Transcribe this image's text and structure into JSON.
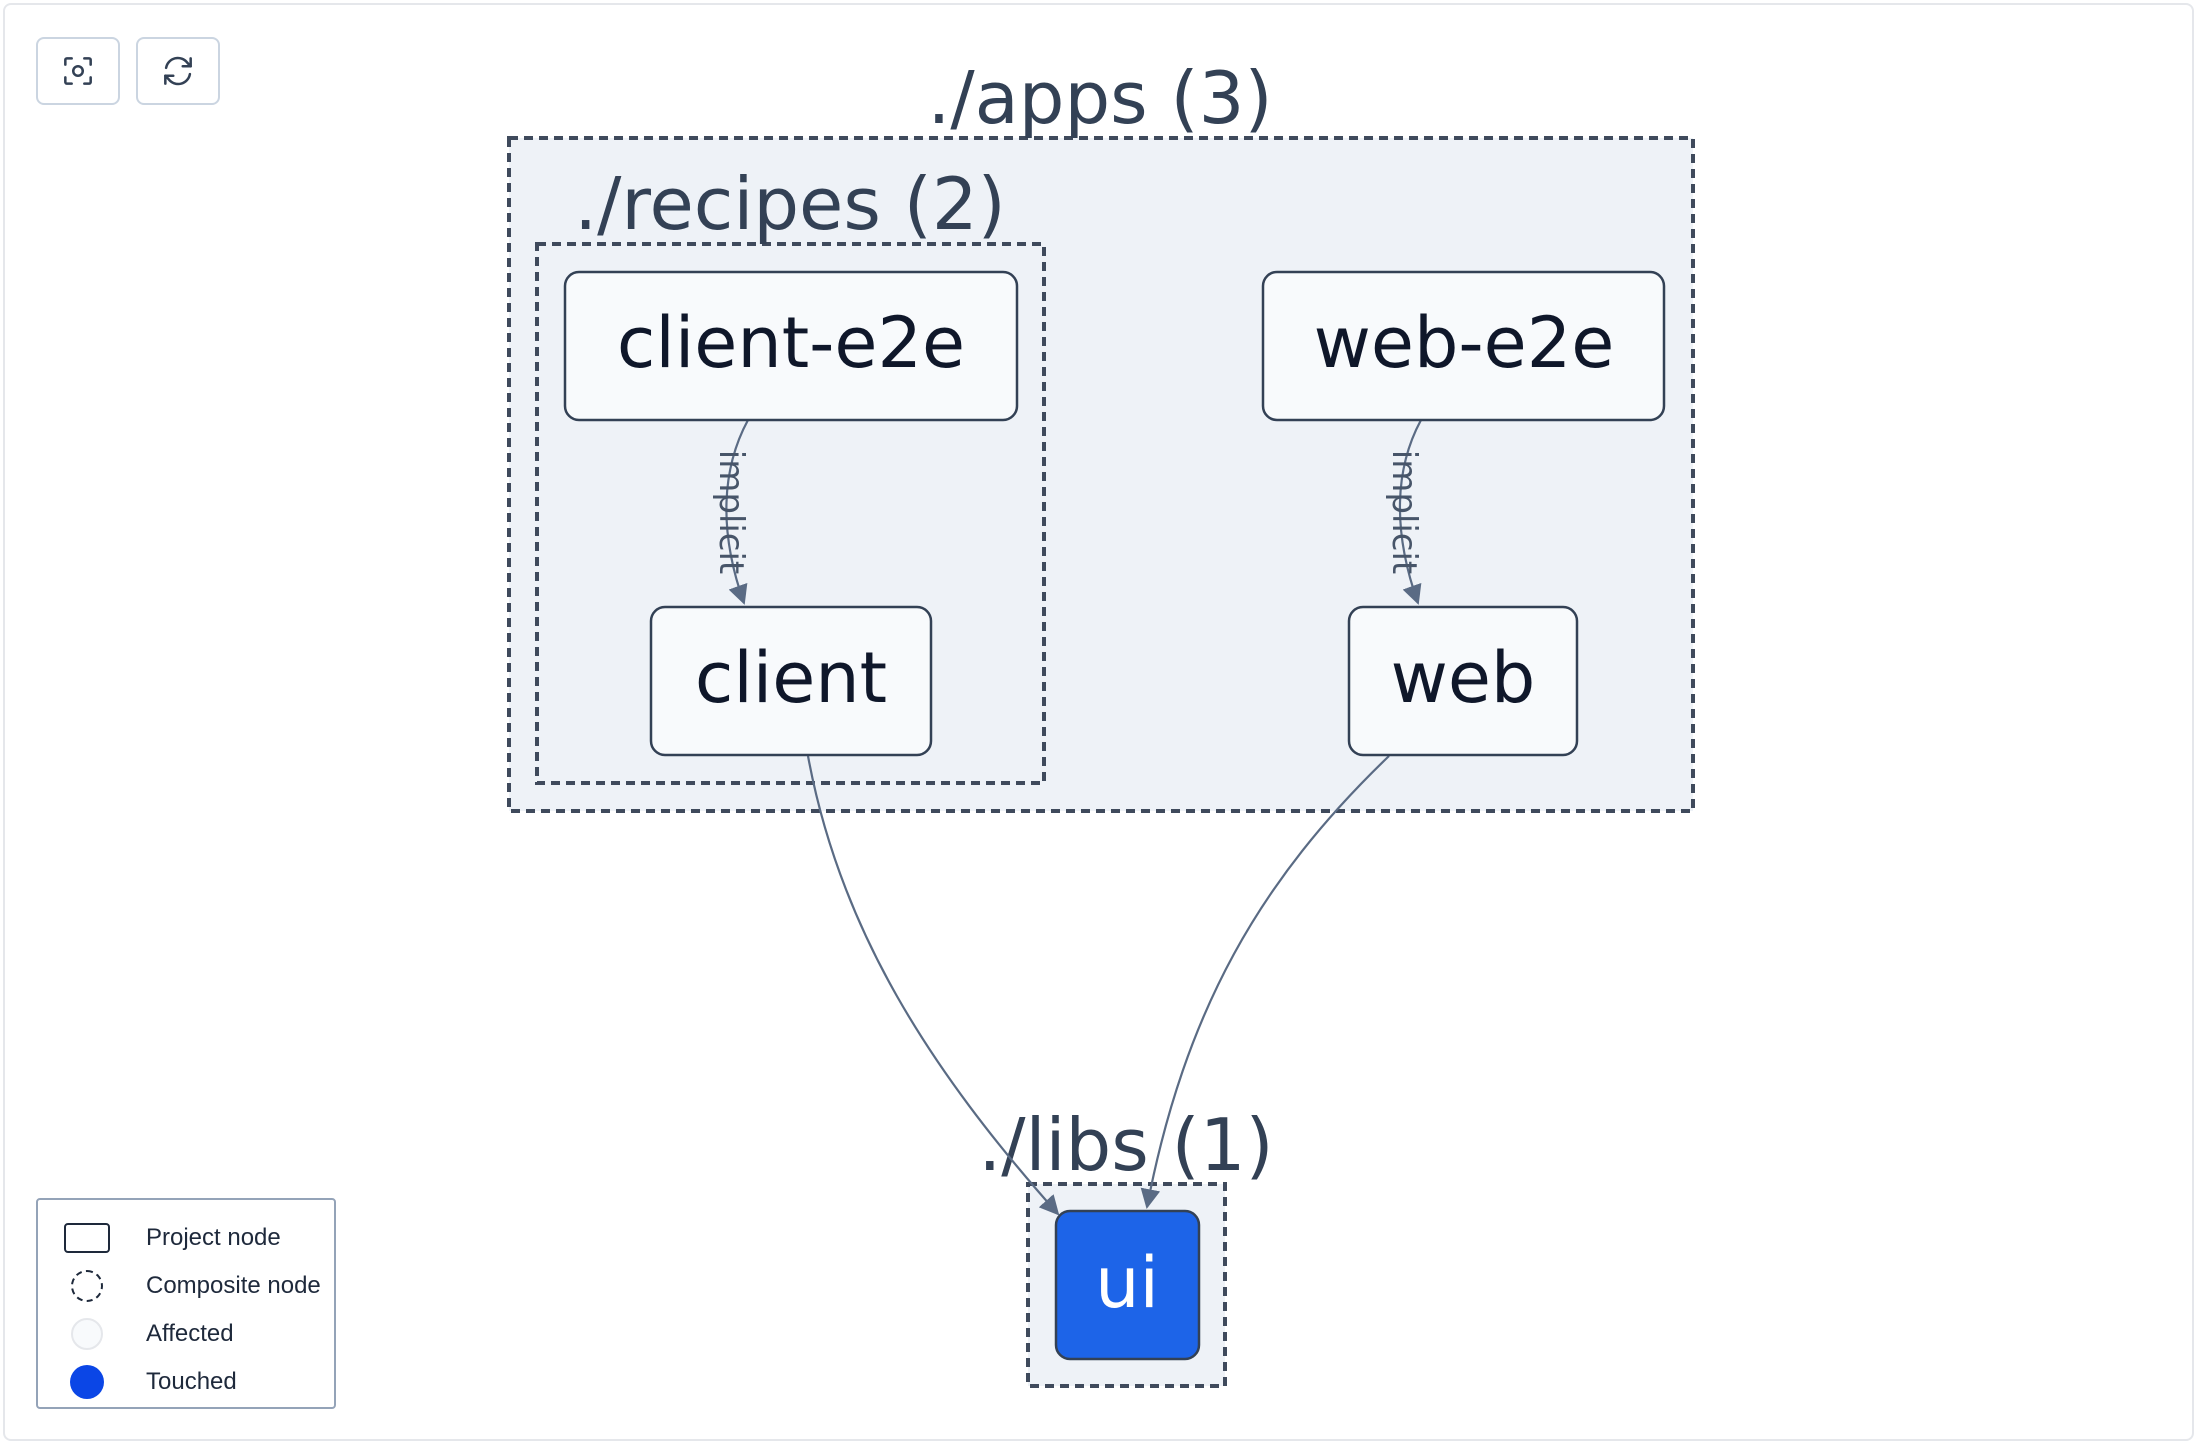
{
  "controls": {
    "focus_icon": "focus-camera-icon",
    "refresh_icon": "refresh-icon"
  },
  "groups": {
    "apps": {
      "label": "./apps (3)"
    },
    "recipes": {
      "label": "./recipes (2)"
    },
    "libs": {
      "label": "./libs (1)"
    }
  },
  "nodes": {
    "client_e2e": {
      "label": "client-e2e"
    },
    "client": {
      "label": "client"
    },
    "web_e2e": {
      "label": "web-e2e"
    },
    "web": {
      "label": "web"
    },
    "ui": {
      "label": "ui",
      "state": "touched"
    }
  },
  "edges": [
    {
      "from": "client-e2e",
      "to": "client",
      "label": "implicit"
    },
    {
      "from": "web-e2e",
      "to": "web",
      "label": "implicit"
    },
    {
      "from": "client",
      "to": "ui",
      "label": ""
    },
    {
      "from": "web",
      "to": "ui",
      "label": ""
    }
  ],
  "legend": {
    "project": "Project node",
    "composite": "Composite node",
    "affected": "Affected",
    "touched": "Touched"
  },
  "colors": {
    "group_fill": "#eef2f7",
    "group_border": "#3f4a5c",
    "node_fill": "#f8fafc",
    "node_border": "#334155",
    "edge": "#5a6b84",
    "touched": "#1d64e8",
    "touched_legend": "#0b46e6"
  }
}
